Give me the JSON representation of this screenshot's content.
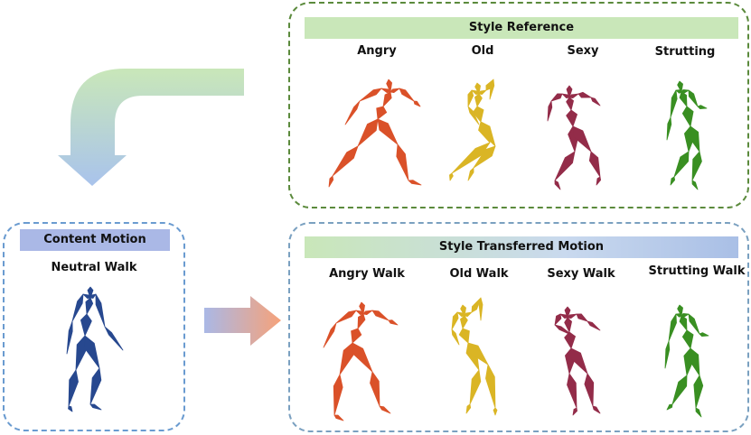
{
  "style_reference": {
    "title": "Style Reference",
    "styles": [
      {
        "label": "Angry",
        "color": "#d9481e"
      },
      {
        "label": "Old",
        "color": "#d9b21a"
      },
      {
        "label": "Sexy",
        "color": "#8e2140"
      },
      {
        "label": "Strutting",
        "color": "#2f8a17"
      }
    ]
  },
  "content_motion": {
    "title": "Content Motion",
    "label": "Neutral Walk",
    "color": "#1c3f8a"
  },
  "style_transferred": {
    "title": "Style Transferred Motion",
    "styles": [
      {
        "label": "Angry Walk",
        "color": "#d9481e"
      },
      {
        "label": "Old Walk",
        "color": "#d9b21a"
      },
      {
        "label": "Sexy Walk",
        "color": "#8e2140"
      },
      {
        "label": "Strutting Walk",
        "color": "#2f8a17"
      }
    ]
  },
  "arrows": {
    "curved_start_color": "#c9e7b9",
    "curved_end_color": "#a9c3ec",
    "straight_start_color": "#aab8e6",
    "straight_end_color": "#f6a27a"
  }
}
